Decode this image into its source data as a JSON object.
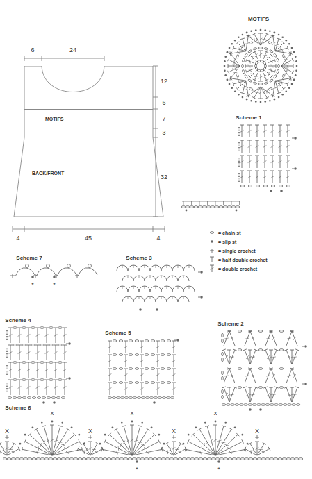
{
  "diagram": {
    "nodes": [
      {
        "text": [
          "BACK/FRONT"
        ]
      },
      {
        "text": [
          "MOTIFS"
        ],
        "in": 0
      }
    ],
    "labels": [
      "MOTIFS",
      "6",
      "24",
      "12",
      "6",
      "7",
      "3",
      "32",
      "Scheme 1",
      "4",
      "45",
      "4",
      "Scheme 7",
      "Scheme 3",
      "*",
      "*",
      "Scheme 4",
      "Scheme 2",
      "Scheme 5",
      "Scheme 6",
      "X",
      "x",
      "X",
      "x",
      "X",
      "x",
      "X",
      "*",
      "*"
    ],
    "legend": [
      {
        "text": "= chain st"
      },
      {
        "text": "= slip st"
      },
      {
        "text": "= single crochet"
      },
      {
        "text": "= half double crochet"
      },
      {
        "text": "= double crochet"
      }
    ]
  }
}
